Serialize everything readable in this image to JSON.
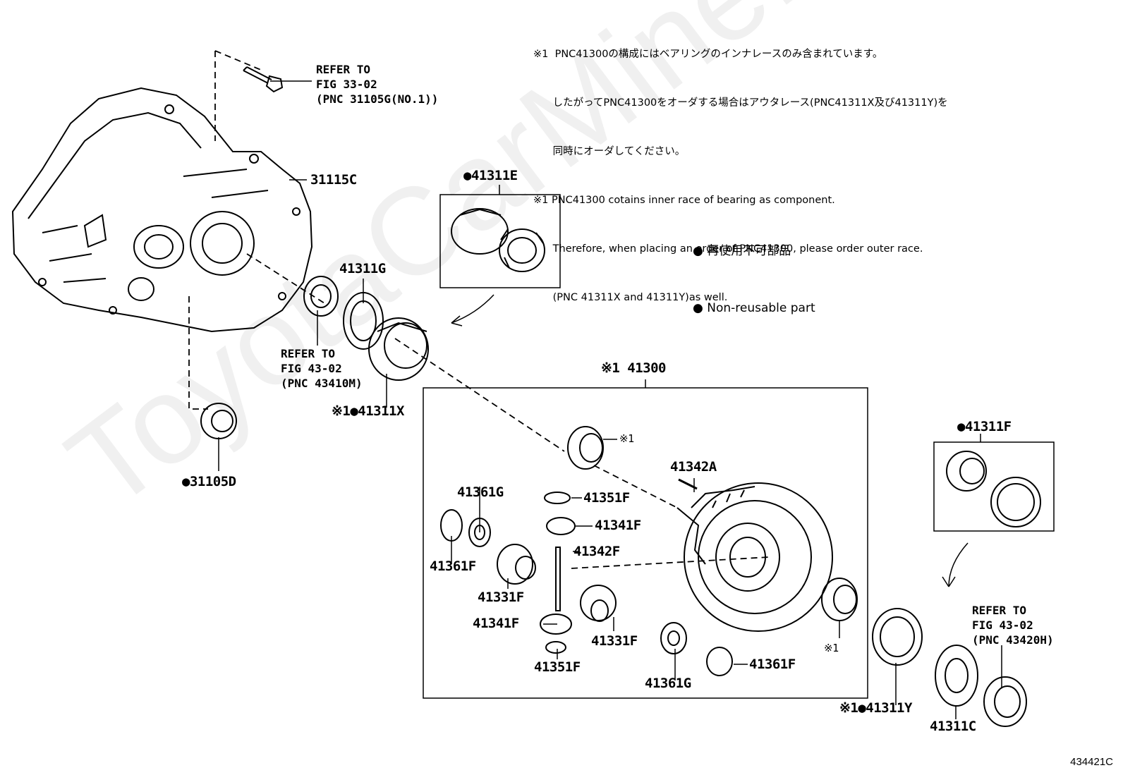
{
  "notes": {
    "jp1": "※1  PNC41300の構成にはベアリングのインナレースのみ含まれています。",
    "jp2": "      したがってPNC41300をオーダする場合はアウタレース(PNC41311X及び41311Y)を",
    "jp3": "      同時にオーダしてください。",
    "en1": "※1 PNC41300 cotains inner race of bearing as component.",
    "en2": "      Therefore, when placing an order of PNC41300, please order outer race.",
    "en3": "      (PNC 41311X and 41311Y)as well."
  },
  "legend": {
    "jp": "● 再使用不可部品",
    "en": "● Non-reusable part"
  },
  "refs": {
    "ref1": "REFER TO\nFIG 33-02\n(PNC 31105G(NO.1))",
    "ref2": "REFER TO\nFIG 43-02\n(PNC 43410M)",
    "ref3": "REFER TO\nFIG 43-02\n(PNC 43420H)"
  },
  "parts": {
    "p31115C": "31115C",
    "p41311E": "●41311E",
    "p41311G": "41311G",
    "p41311X": "※1●41311X",
    "p31105D": "●31105D",
    "p41300": "※1 41300",
    "p41311F": "●41311F",
    "p41342A": "41342A",
    "p41361G_a": "41361G",
    "p41351F_a": "41351F",
    "p41341F_a": "41341F",
    "p41342F": "41342F",
    "p41361F_a": "41361F",
    "p41331F_a": "41331F",
    "p41341F_b": "41341F",
    "p41331F_b": "41331F",
    "p41351F_b": "41351F",
    "p41361G_b": "41361G",
    "p41361F_b": "41361F",
    "p41311Y": "※1●41311Y",
    "p41311C": "41311C",
    "mark1": "※1",
    "mark2": "※1"
  },
  "figure_id": "434421C",
  "watermark": "ToyotaCarMine.ru"
}
